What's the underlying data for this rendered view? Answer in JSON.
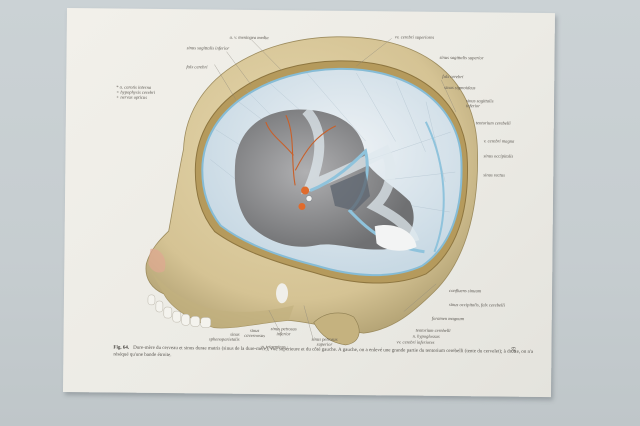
{
  "scene": "Photograph of an anatomical plate pinned to a light grey wall, showing a sagittal view of a skull with the dura mater and sinuses",
  "plate": {
    "figure_number": "Fig. 64.",
    "caption": "Dure-mère du cerveau et sinus durae matris (sinus de la dure-mère); vue supérieure et du côté gauche. A gauche, on a enlevé une grande partie du tentorium cerebelli (tente du cervelet); à droite, on n'a réséqué qu'une bande étroite.",
    "page_number": "59"
  },
  "legend": [
    {
      "symbol": "*",
      "text": "a. carotis interna"
    },
    {
      "symbol": "×",
      "text": "hypophysis cerebri"
    },
    {
      "symbol": "+",
      "text": "nervus opticus"
    }
  ],
  "labels_left": [
    "a. v. meningea media",
    "sinus sagittalis inferior",
    "falx cerebri"
  ],
  "labels_right": [
    "vv. cerebri superiores",
    "sinus sagittalis superior",
    "falx cerebri",
    "sinus sigmoideus",
    "sinus sagittalis inferior",
    "tentorium cerebelli",
    "v. cerebri magna",
    "sinus occipitalis",
    "sinus rectus",
    "confluens sinuum",
    "sinus occipitalis, falx cerebelli",
    "foramen magnum",
    "tentorium cerebelli",
    "n. hypoglossus",
    "vv. cerebri inferiores"
  ],
  "labels_bottom": [
    "sinus sphenoparietalis",
    "sinus cavernosus",
    "sinus petrosus inferior",
    "n. trigeminus",
    "sinus petrosus superior"
  ],
  "colors": {
    "wall": "#c9d0d3",
    "paper": "#efede7",
    "bone": "#d8c79a",
    "bone_shadow": "#a89768",
    "dura": "#dfe7ee",
    "sinus_blue": "#8fc3dc",
    "artery_orange": "#d46a2a",
    "brain_grey": "#8e8e90"
  }
}
